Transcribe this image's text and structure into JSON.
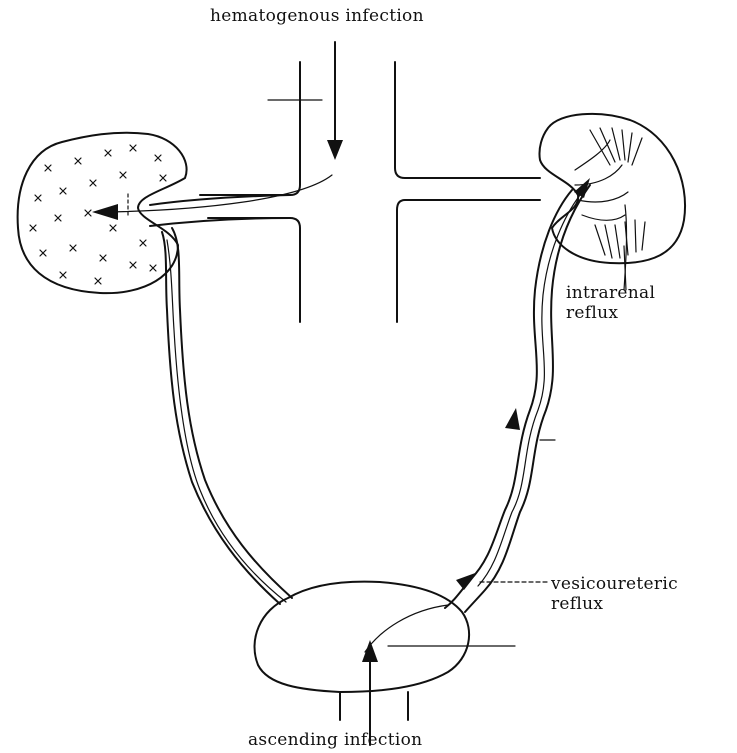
{
  "labels": {
    "hematogenous": "hematogenous infection",
    "intrarenal": [
      "intrarenal",
      "reflux"
    ],
    "vesicoureteric": [
      "vesicoureteric",
      "reflux"
    ],
    "ascending": "ascending infection"
  },
  "colors": {
    "ink": "#111111",
    "background": "#ffffff"
  }
}
